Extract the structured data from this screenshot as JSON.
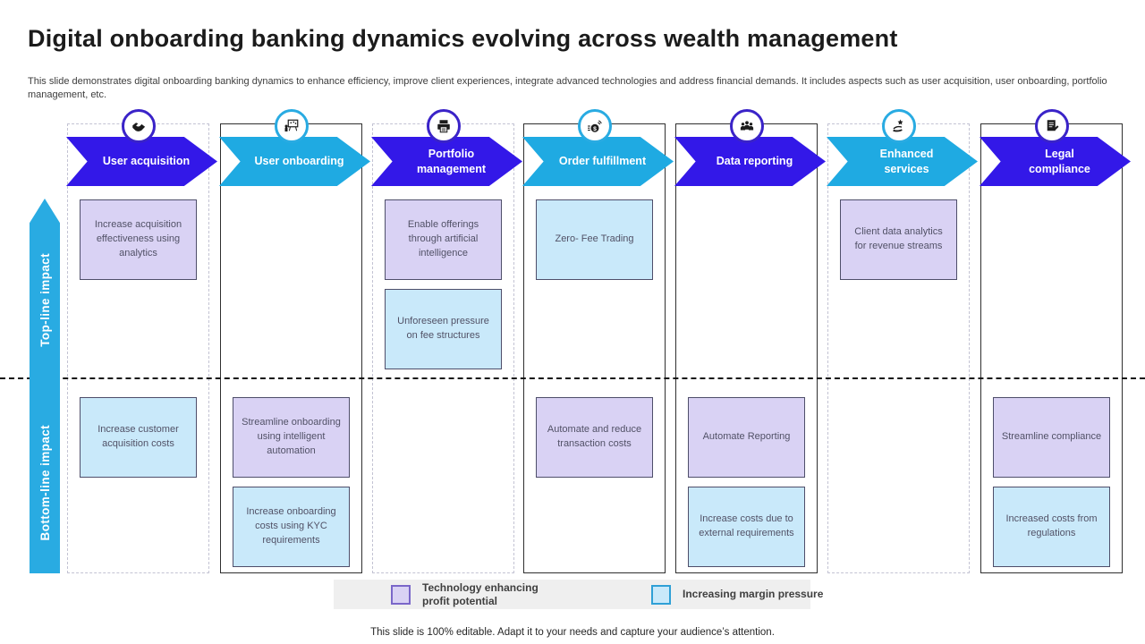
{
  "slide": {
    "title": "Digital onboarding banking dynamics evolving across wealth management",
    "subtitle": "This slide demonstrates digital onboarding banking dynamics to enhance efficiency, improve client experiences, integrate advanced technologies and address financial demands. It includes aspects such as user acquisition, user onboarding, portfolio management, etc.",
    "footer": "This slide is 100% editable. Adapt it to your needs and capture your audience’s attention."
  },
  "axis": {
    "top_label": "Top-line impact",
    "bottom_label": "Bottom-line impact"
  },
  "colors": {
    "primary_blue": "#3318E8",
    "accent_cyan": "#29ABE2",
    "card_purple_fill": "#D9D2F4",
    "card_blue_fill": "#C9E9FA",
    "legend_band": "#EFEFEF"
  },
  "columns": [
    {
      "label": "User acquisition",
      "icon": "handshake-icon",
      "color": "blue",
      "border": "dashed",
      "top_cards": [
        {
          "type": "purple",
          "text": "Increase acquisition effectiveness using analytics"
        }
      ],
      "bottom_cards": [
        {
          "type": "blue",
          "text": "Increase customer acquisition costs"
        }
      ]
    },
    {
      "label": "User onboarding",
      "icon": "training-presentation-icon",
      "color": "cyan",
      "border": "solid",
      "top_cards": [],
      "bottom_cards": [
        {
          "type": "purple",
          "text": "Streamline onboarding using intelligent automation"
        },
        {
          "type": "blue",
          "text": "Increase onboarding costs using KYC requirements"
        }
      ]
    },
    {
      "label": "Portfolio management",
      "icon": "printer-icon",
      "color": "blue",
      "border": "dashed",
      "top_cards": [
        {
          "type": "purple",
          "text": "Enable offerings through artificial intelligence"
        },
        {
          "type": "blue",
          "text": "Unforeseen pressure on fee structures"
        }
      ],
      "bottom_cards": []
    },
    {
      "label": "Order fulfillment",
      "icon": "fast-payment-icon",
      "color": "cyan",
      "border": "solid",
      "top_cards": [
        {
          "type": "blue",
          "text": "Zero- Fee Trading"
        }
      ],
      "bottom_cards": [
        {
          "type": "purple",
          "text": "Automate and reduce transaction costs"
        }
      ]
    },
    {
      "label": "Data reporting",
      "icon": "team-icon",
      "color": "blue",
      "border": "solid",
      "top_cards": [],
      "bottom_cards": [
        {
          "type": "purple",
          "text": "Automate Reporting"
        },
        {
          "type": "blue",
          "text": "Increase costs due to external requirements"
        }
      ]
    },
    {
      "label": "Enhanced services",
      "icon": "hand-star-icon",
      "color": "cyan",
      "border": "dashed",
      "top_cards": [
        {
          "type": "purple",
          "text": "Client data analytics for revenue  streams"
        }
      ],
      "bottom_cards": []
    },
    {
      "label": "Legal compliance",
      "icon": "document-pen-icon",
      "color": "blue",
      "border": "solid",
      "top_cards": [],
      "bottom_cards": [
        {
          "type": "purple",
          "text": "Streamline compliance"
        },
        {
          "type": "blue",
          "text": "Increased costs from regulations"
        }
      ]
    }
  ],
  "legend": {
    "items": [
      {
        "type": "purple",
        "label": "Technology enhancing profit potential"
      },
      {
        "type": "blue",
        "label": "Increasing margin pressure"
      }
    ]
  }
}
